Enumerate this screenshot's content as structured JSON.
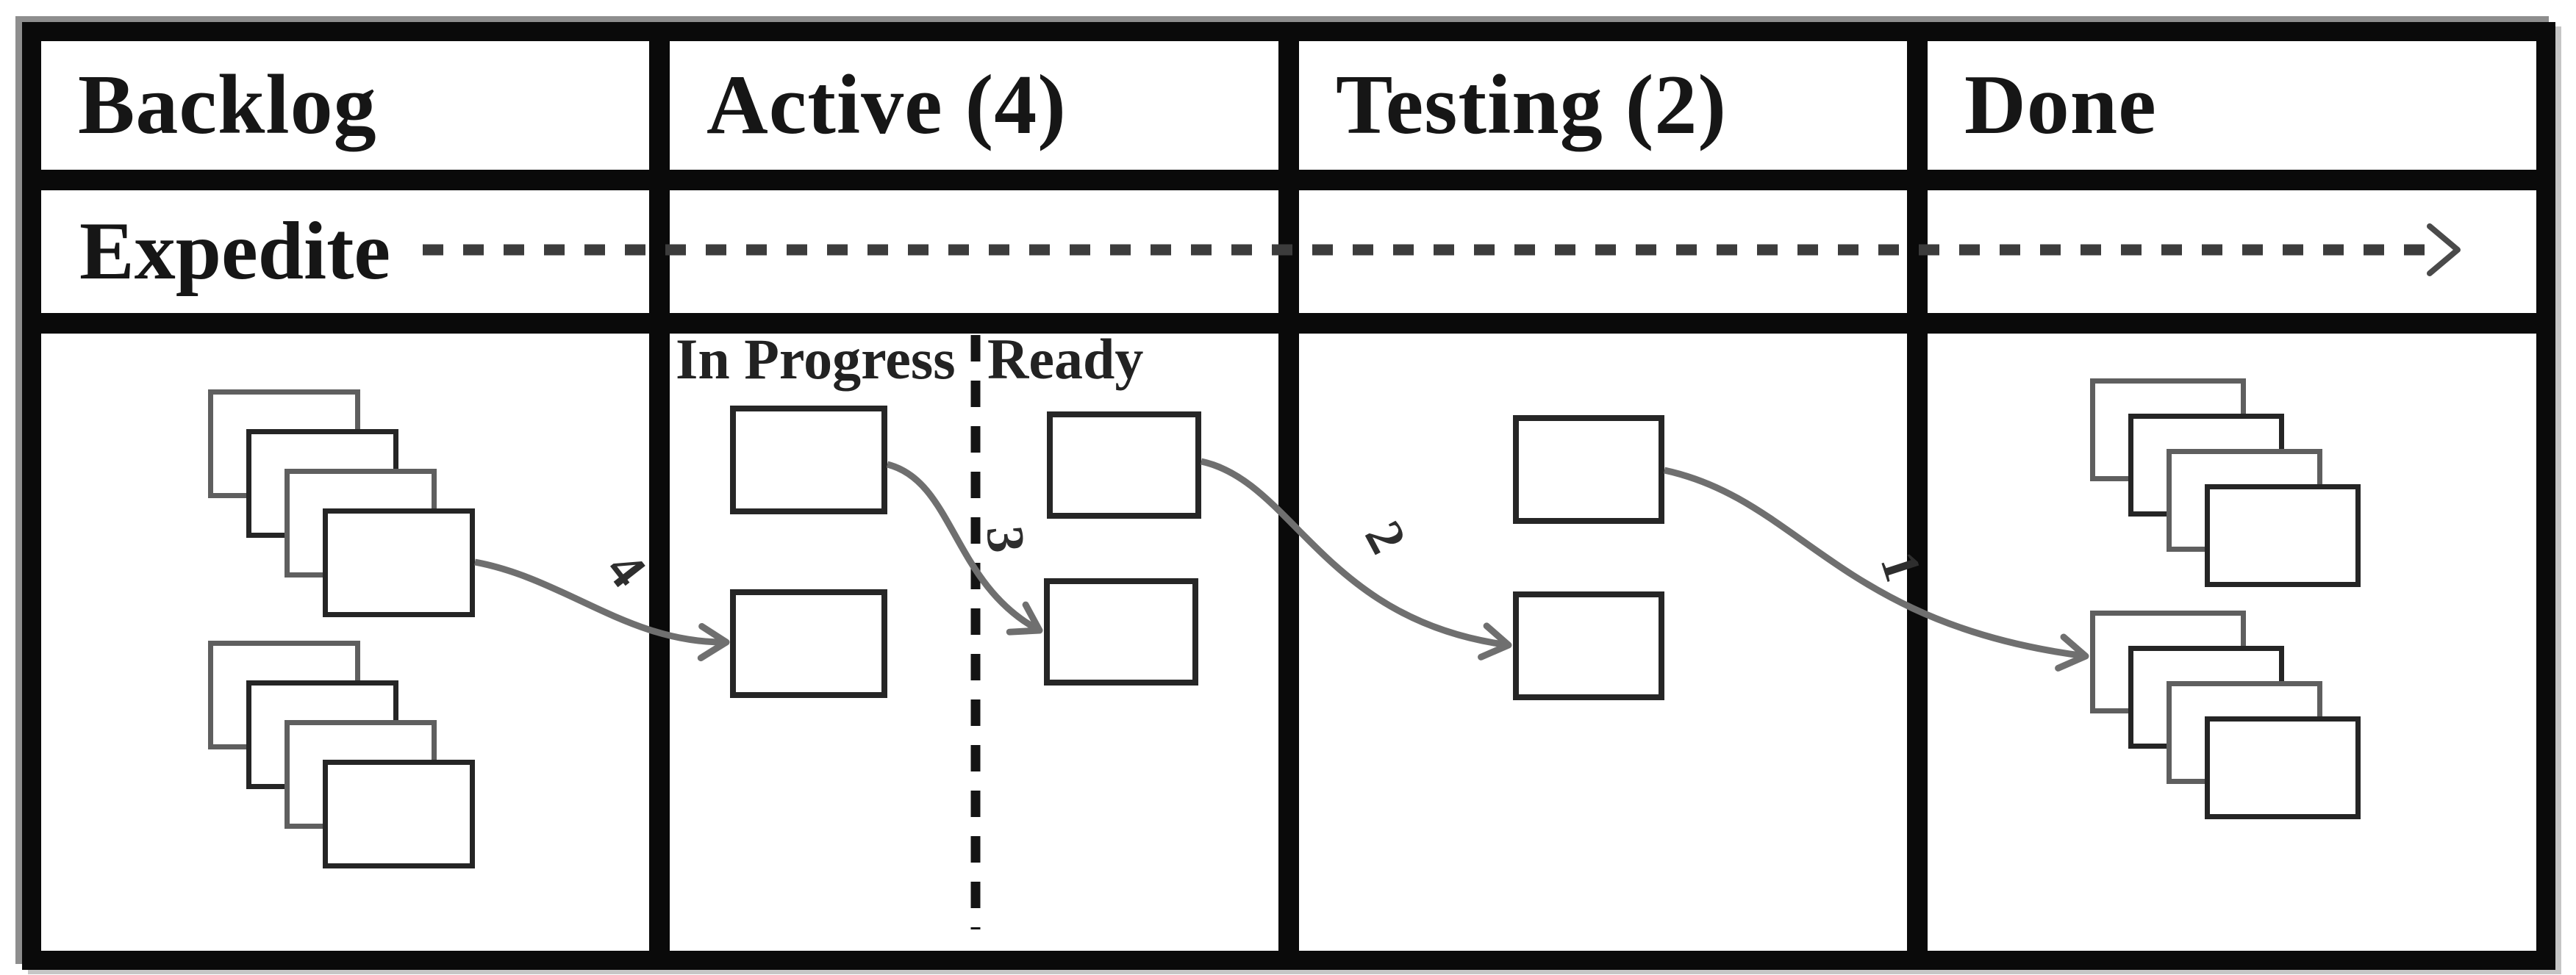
{
  "columns": {
    "backlog": {
      "header": "Backlog"
    },
    "active": {
      "header": "Active (4)",
      "sublanes": {
        "in_progress": "In Progress",
        "ready": "Ready"
      }
    },
    "testing": {
      "header": "Testing (2)"
    },
    "done": {
      "header": "Done"
    }
  },
  "expedite_lane": {
    "label": "Expedite"
  },
  "flow_arrows": {
    "backlog_to_in_progress": "4",
    "in_progress_to_ready": "3",
    "ready_to_testing": "2",
    "testing_to_done": "1"
  },
  "cards": {
    "backlog_stacks": [
      4,
      4
    ],
    "in_progress": 2,
    "ready": 2,
    "testing": 2,
    "done_stacks": [
      4,
      4
    ]
  },
  "colors": {
    "grid_border": "#0a0a0a",
    "card_border": "#2a2a2a",
    "flow_arrow": "#6f6f6f",
    "expedite_dash": "#3c3c3c",
    "text": "#161616"
  }
}
